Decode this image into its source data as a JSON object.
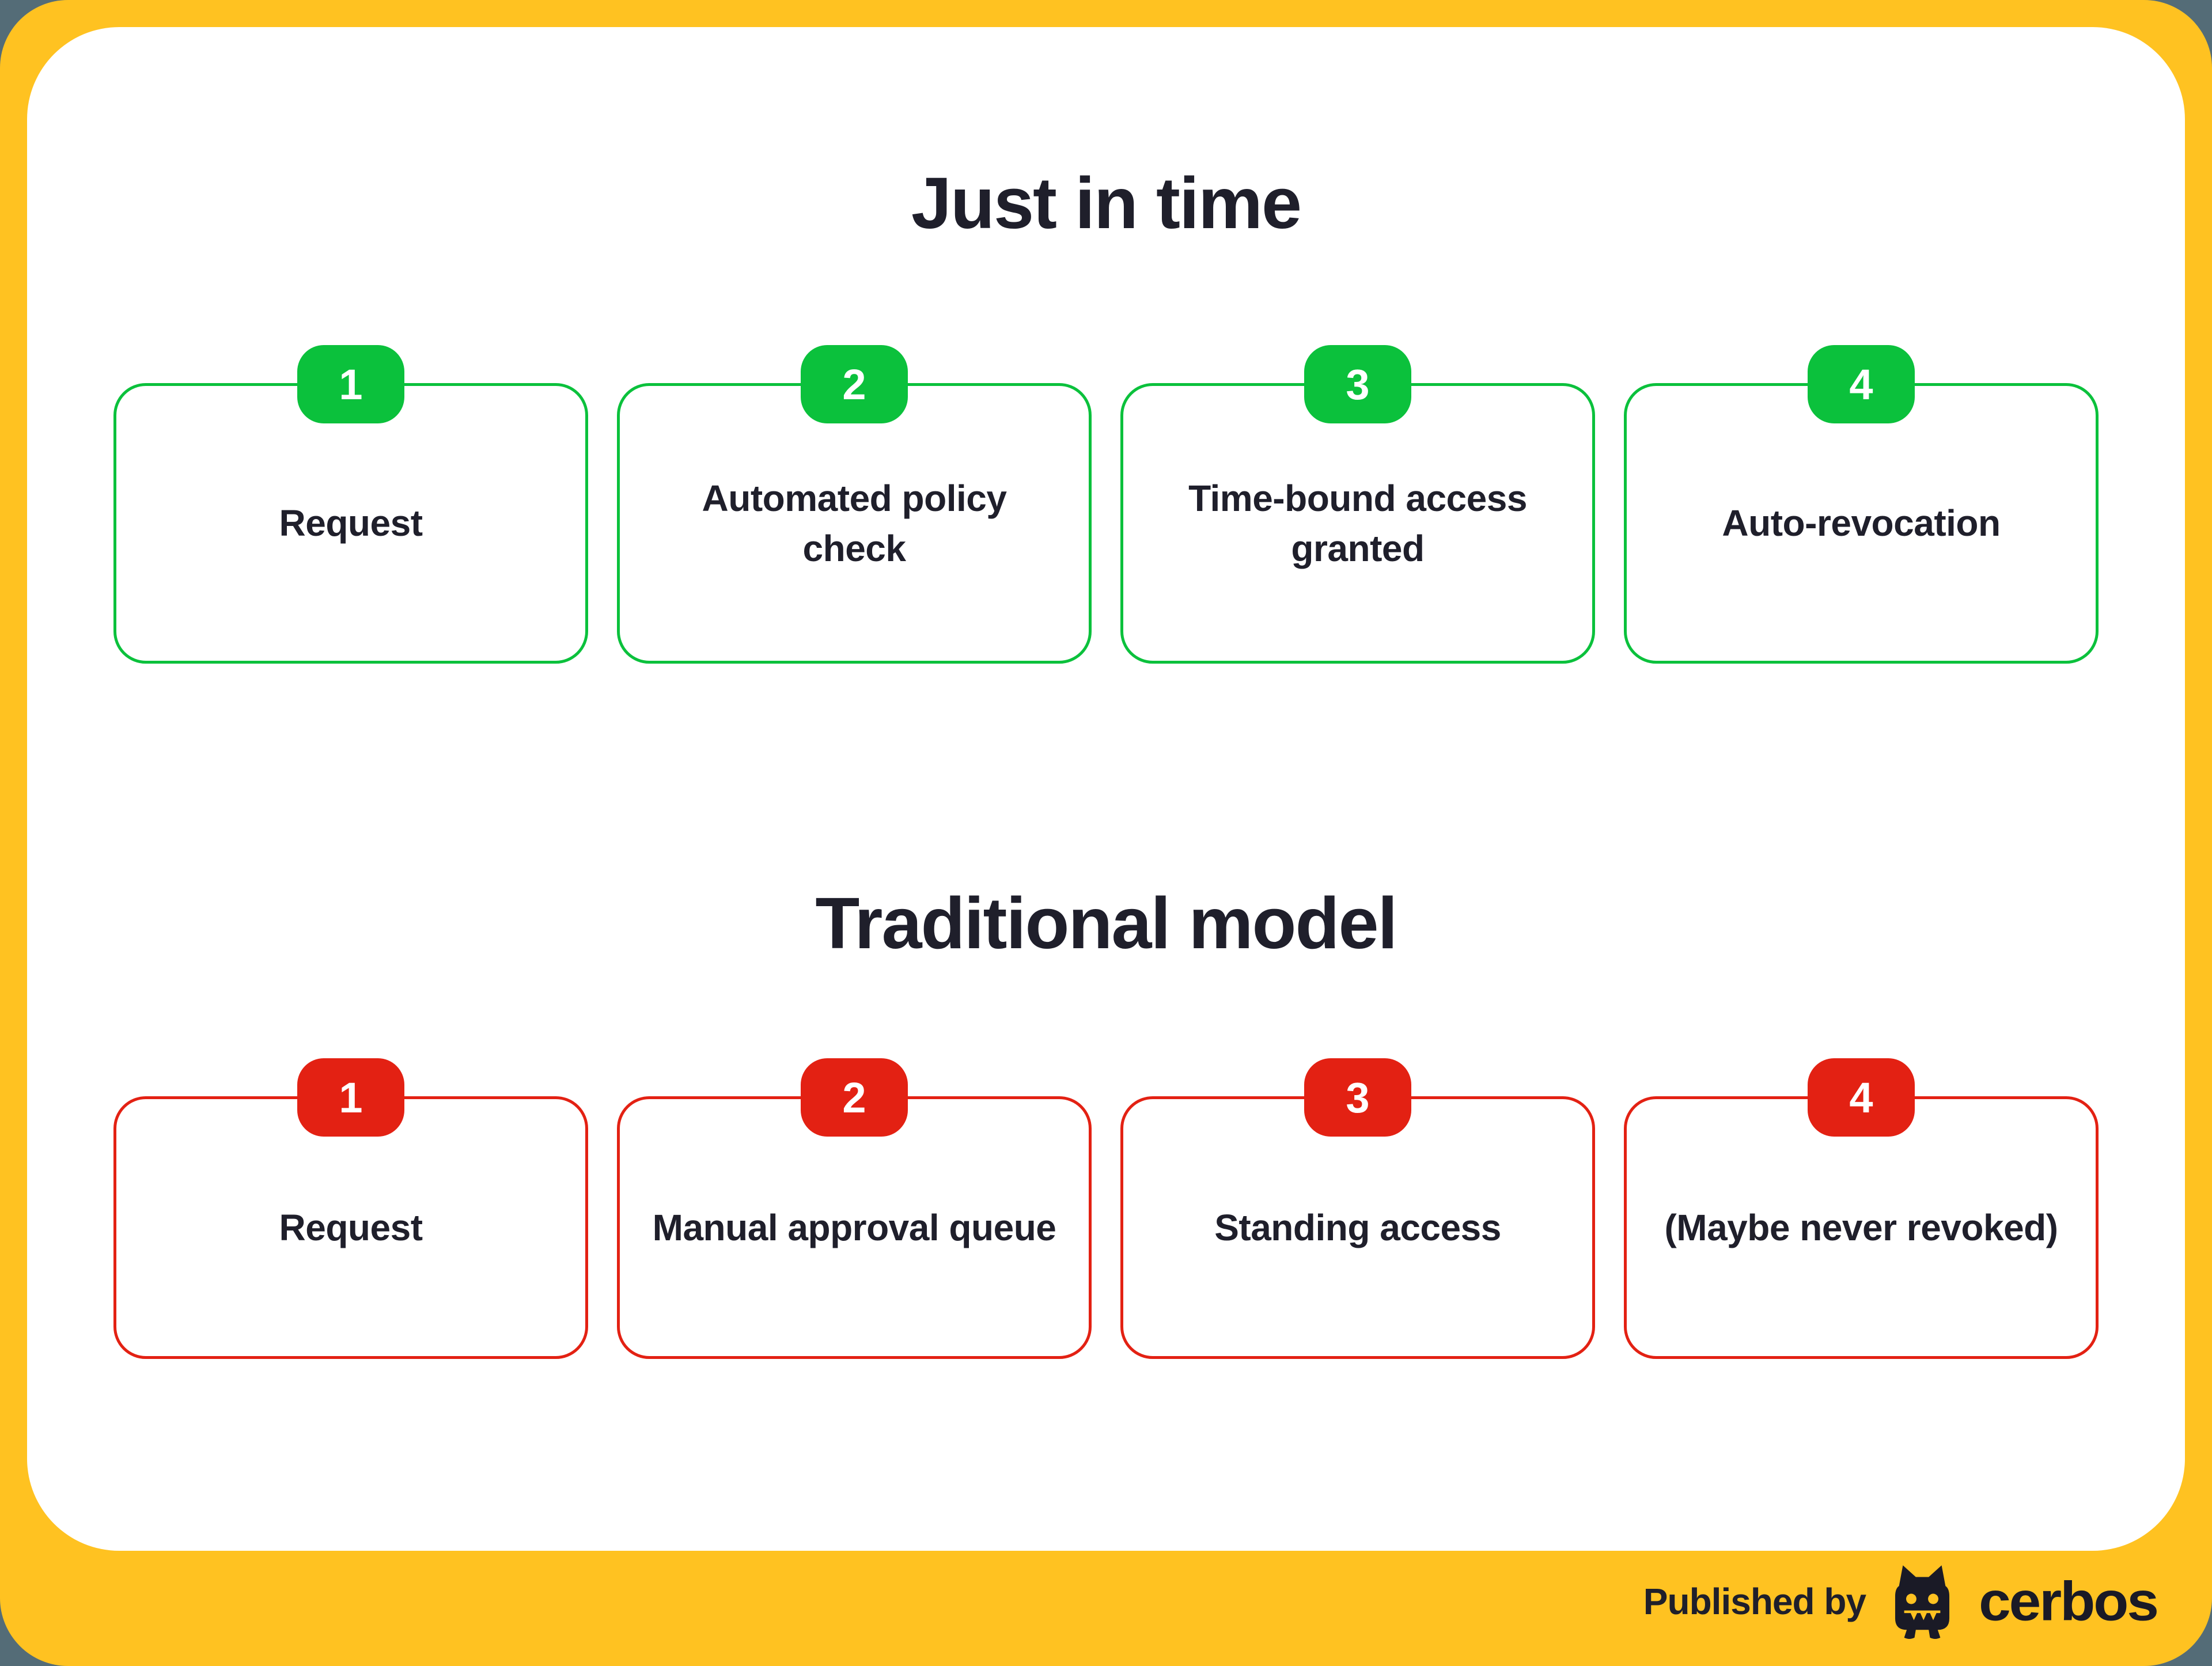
{
  "theme": {
    "frame_yellow": "#FFC221",
    "outside_gray": "#546C77",
    "card_white": "#FFFFFF",
    "text_dark": "#1F1F2B",
    "green": "#0BC13C",
    "red": "#E32113",
    "badge_text": "#FFFFFF"
  },
  "sections": [
    {
      "title": "Just in time",
      "accent_color_name": "green",
      "steps": [
        {
          "num": "1",
          "label": "Request"
        },
        {
          "num": "2",
          "label": "Automated policy check"
        },
        {
          "num": "3",
          "label": "Time-bound access granted"
        },
        {
          "num": "4",
          "label": "Auto-revocation"
        }
      ]
    },
    {
      "title": "Traditional model",
      "accent_color_name": "red",
      "steps": [
        {
          "num": "1",
          "label": "Request"
        },
        {
          "num": "2",
          "label": "Manual approval queue"
        },
        {
          "num": "3",
          "label": "Standing access"
        },
        {
          "num": "4",
          "label": "(Maybe never revoked)"
        }
      ]
    }
  ],
  "footer": {
    "published_by": "Published by",
    "brand": "cerbos"
  }
}
